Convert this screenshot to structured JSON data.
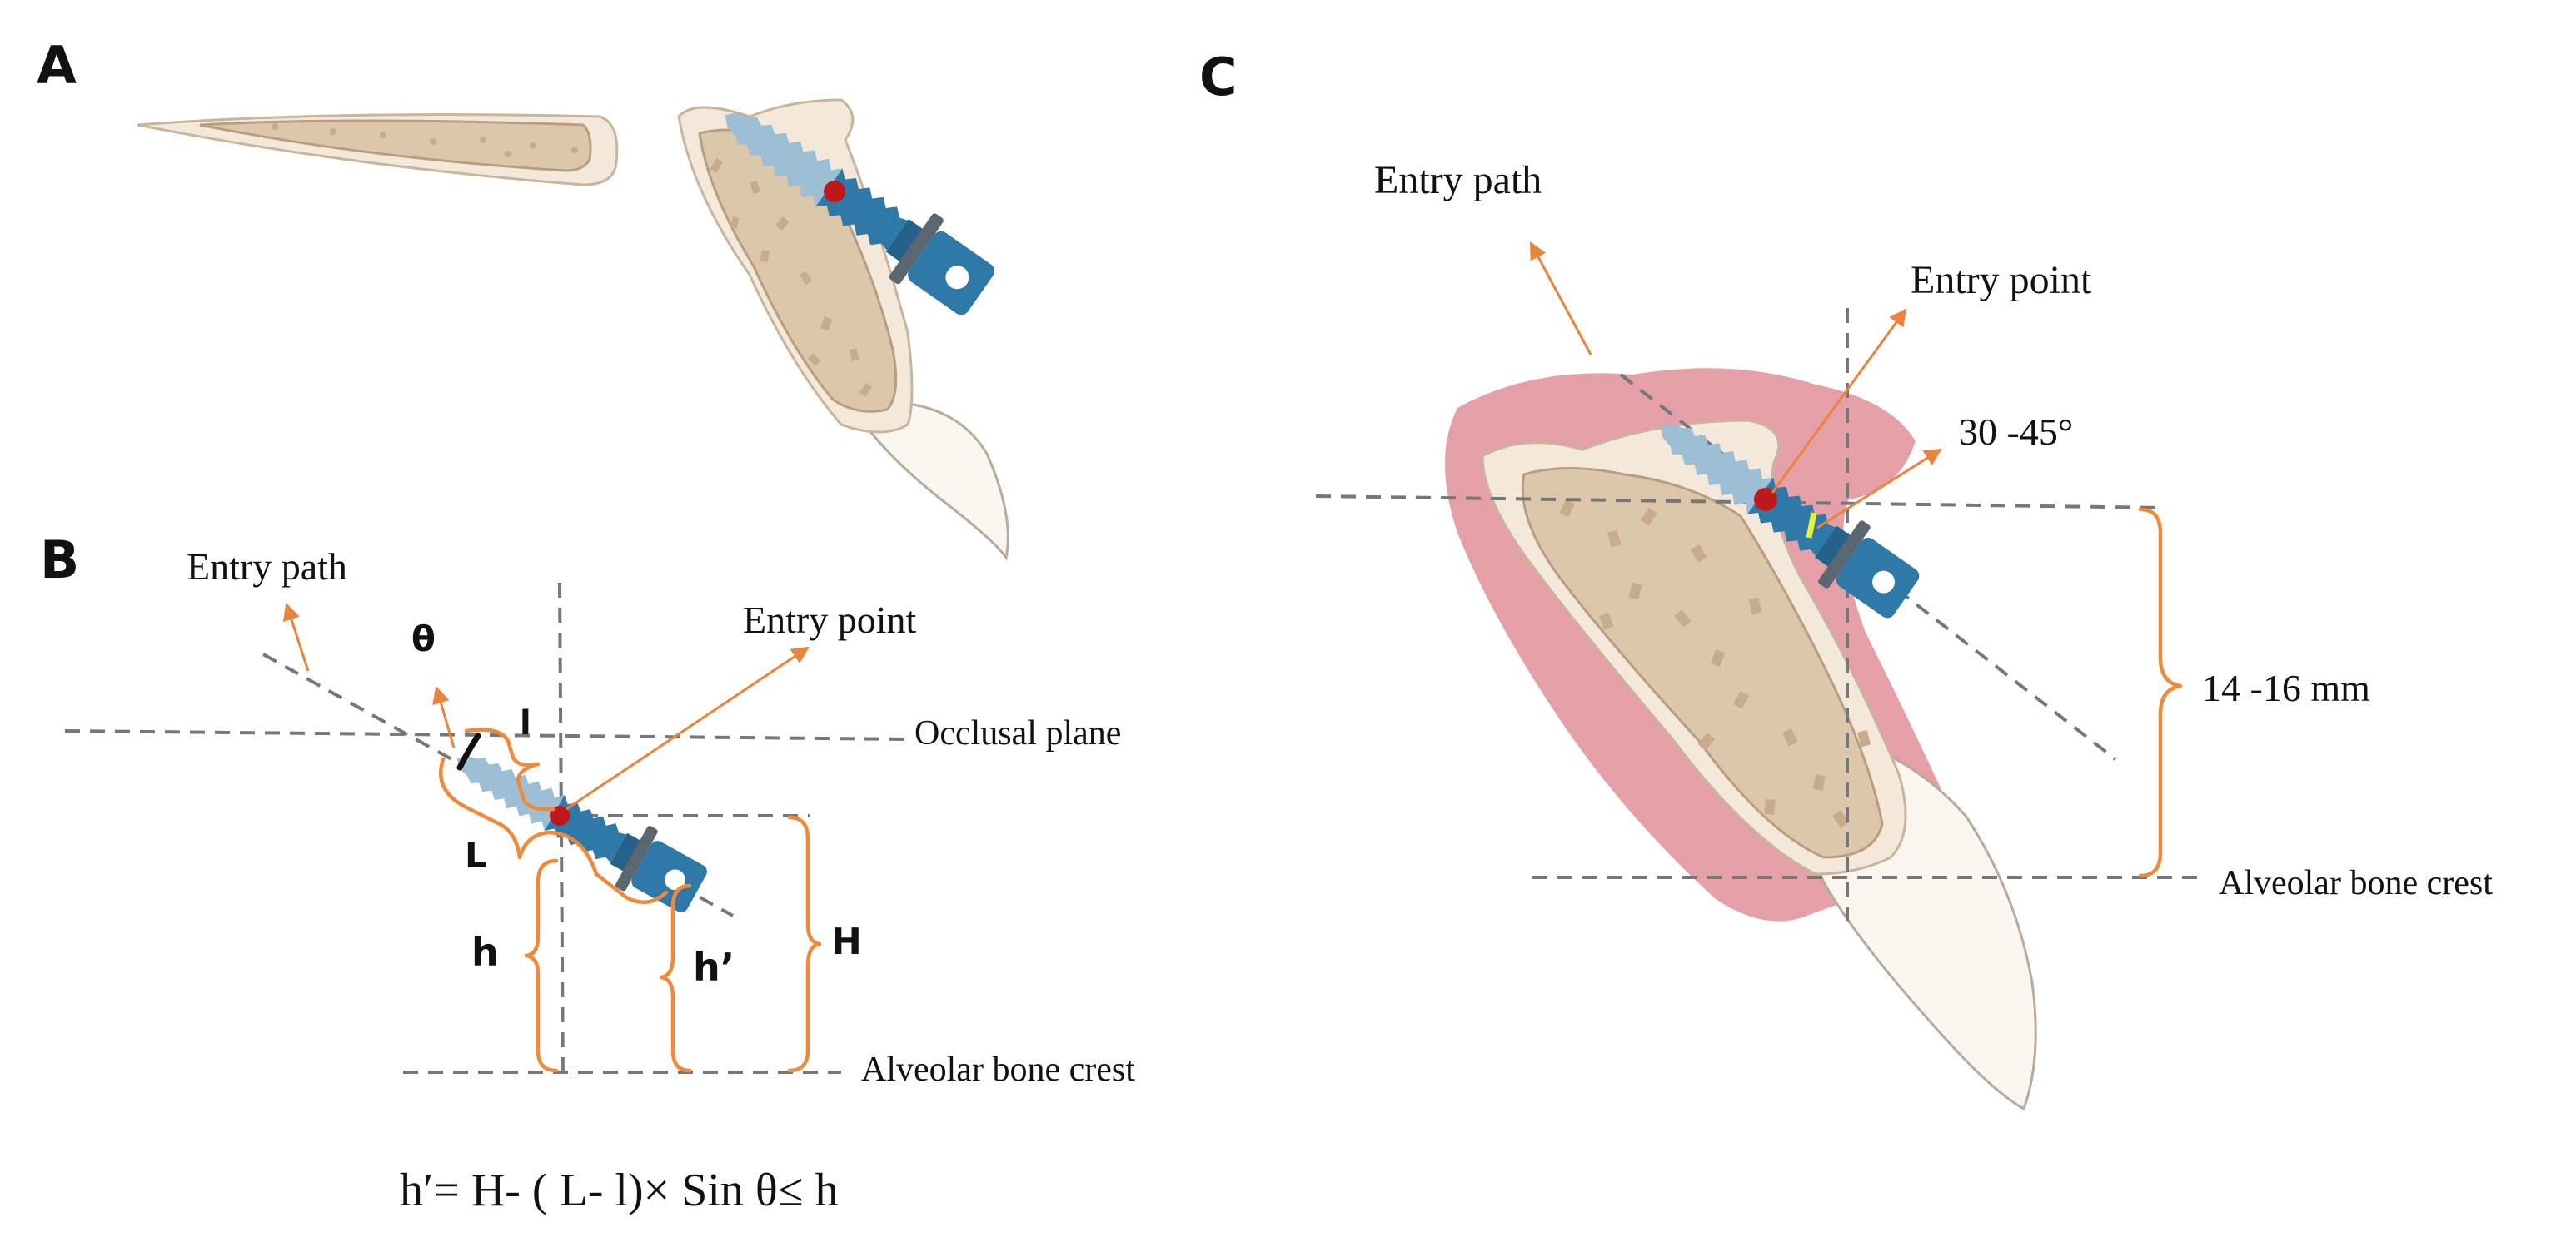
{
  "panels": {
    "a": {
      "letter": "A"
    },
    "b": {
      "letter": "B",
      "entry_path": "Entry path",
      "entry_point": "Entry point",
      "occlusal_plane": "Occlusal plane",
      "alveolar_crest": "Alveolar bone crest",
      "theta": "θ",
      "l": "l",
      "L": "L",
      "h": "h",
      "h_prime": "h’",
      "H": "H",
      "formula": "h′= H- ( L- l)× Sin θ≤ h"
    },
    "c": {
      "letter": "C",
      "entry_path": "Entry path",
      "entry_point": "Entry point",
      "angle": "30 -45°",
      "distance": "14 -16 mm",
      "alveolar_crest": "Alveolar bone crest"
    }
  },
  "colors": {
    "screw_blue": "#2f79a8",
    "screw_tip": "#9fbfd6",
    "entry_point_red": "#c01818",
    "gingiva_pink": "#e4a0a6",
    "annotation_orange": "#ef8a3c",
    "marker_yellow": "#e8f03c"
  },
  "icons": [
    "miniscrew-icon",
    "entry-point-dot",
    "bone-cross-section",
    "tooth-root"
  ]
}
